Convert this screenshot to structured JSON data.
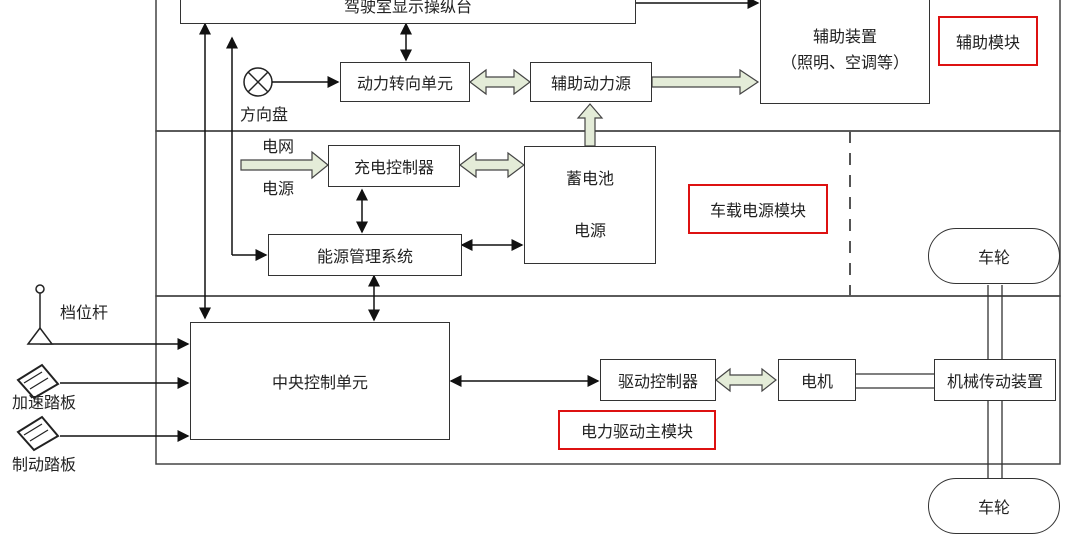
{
  "modules": {
    "aux": "辅助模块",
    "power": "车载电源模块",
    "drive": "电力驱动主模块"
  },
  "boxes": {
    "top_console": "驾驶室显示操纵台",
    "aux_device_line1": "辅助装置",
    "aux_device_line2": "（照明、空调等）",
    "power_steering": "动力转向单元",
    "aux_power": "辅助动力源",
    "charge_ctrl": "充电控制器",
    "battery_line1": "蓄电池",
    "battery_line2": "电源",
    "energy_mgmt": "能源管理系统",
    "central_ctrl": "中央控制单元",
    "drive_ctrl": "驱动控制器",
    "motor": "电机",
    "mech_trans": "机械传动装置",
    "wheel_top": "车轮",
    "wheel_bottom": "车轮"
  },
  "labels": {
    "steering_wheel": "方向盘",
    "grid_line1": "电网",
    "grid_line2": "电源",
    "gear_lever": "档位杆",
    "accel_pedal": "加速踏板",
    "brake_pedal": "制动踏板"
  }
}
